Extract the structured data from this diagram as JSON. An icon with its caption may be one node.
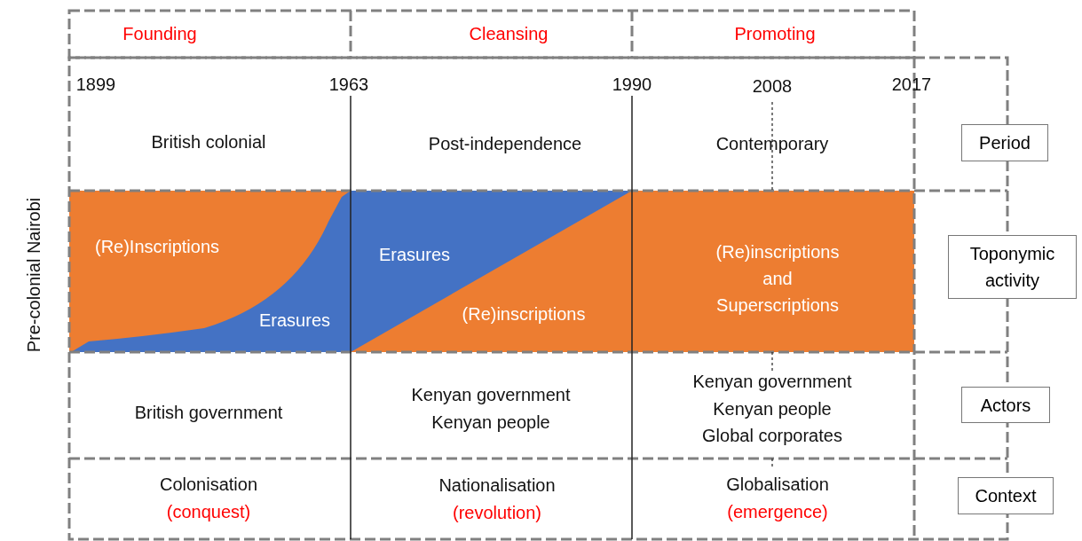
{
  "diagram": {
    "nodes": [
      {
        "text": [
          "Period"
        ]
      },
      {
        "text": [
          "Toponymic activity"
        ]
      },
      {
        "text": [
          "Actors"
        ]
      },
      {
        "text": [
          "Context"
        ]
      }
    ],
    "labels": [
      "Founding",
      "Cleansing",
      "Promoting",
      "1899",
      "1963",
      "1990",
      "2008",
      "2017",
      "Pre-colonial Nairobi",
      "British colonial",
      "Post-independence",
      "Contemporary",
      "(Re)Inscriptions",
      "Erasures",
      "Erasures",
      "(Re)inscriptions",
      "(Re)inscriptions and Superscriptions",
      "British government",
      "Kenyan government",
      "Kenyan people",
      "Kenyan government",
      "Kenyan people",
      "Global corporates",
      "Colonisation",
      "(conquest)",
      "Nationalisation",
      "(revolution)",
      "Globalisation",
      "(emergence)"
    ]
  }
}
